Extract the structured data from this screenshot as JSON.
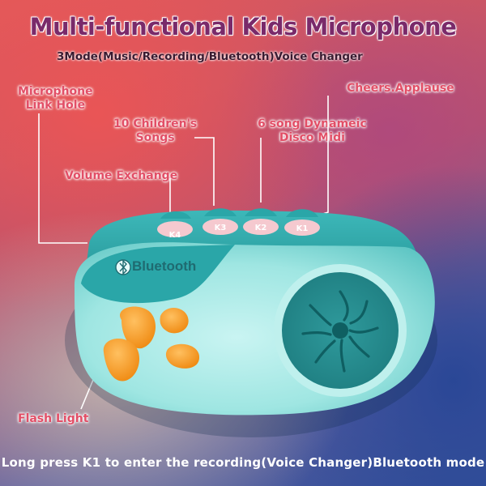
{
  "header": {
    "title": "Multi-functional Kids Microphone",
    "subtitle": "3Mode(Music/Recording/Bluetooth)Voice Changer"
  },
  "callouts": {
    "mic_link": [
      "Microphone",
      "Link Hole"
    ],
    "songs": [
      "10 Children's",
      "Songs"
    ],
    "volume": "Volume Exchange",
    "disco": [
      "6 song Dynameic",
      "Disco Midi"
    ],
    "cheers": "Cheers.Applause",
    "flash": "Flash Light"
  },
  "device": {
    "bluetooth_label": "Bluetooth",
    "keys": [
      "K4",
      "K3",
      "K2",
      "K1"
    ],
    "colors": {
      "body": "#8fe0dc",
      "top": "#2aa6a8",
      "flower": "#f39a22",
      "speaker": "#2f9a9c"
    }
  },
  "footer": {
    "caption": "Long press K1 to enter the recording(Voice Changer)Bluetooth mode"
  }
}
